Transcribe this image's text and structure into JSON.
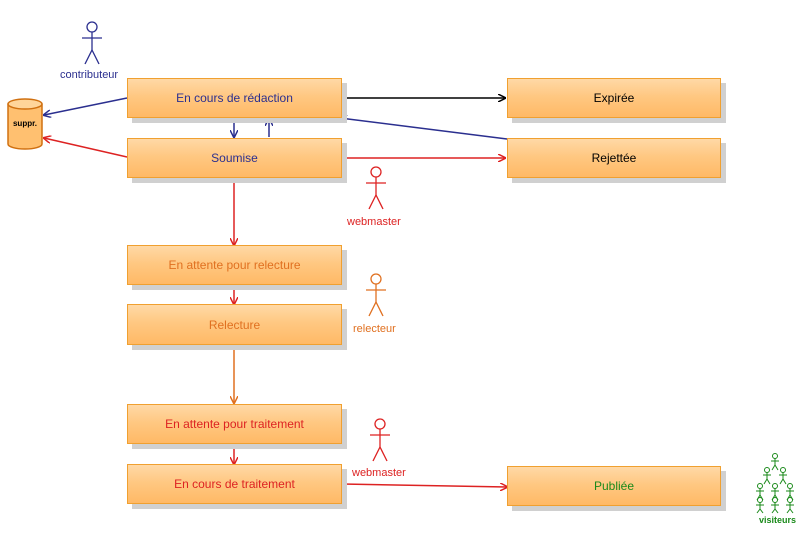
{
  "states": {
    "redaction": "En cours de rédaction",
    "soumise": "Soumise",
    "attente_relecture": "En attente pour relecture",
    "relecture": "Relecture",
    "attente_traitement": "En attente pour traitement",
    "traitement": "En cours de traitement",
    "expiree": "Expirée",
    "rejetee": "Rejettée",
    "publiee": "Publiée"
  },
  "datastore": {
    "label": "suppr."
  },
  "actors": {
    "contributeur": "contributeur",
    "webmaster_1": "webmaster",
    "relecteur": "relecteur",
    "webmaster_2": "webmaster",
    "visiteurs": "visiteurs"
  },
  "colors": {
    "blue": "#2b2f8f",
    "red": "#dd2222",
    "orange": "#e07020",
    "black": "#000000",
    "green": "#1a8a1a",
    "box_border": "#f0a030",
    "box_fill": "#ffc882"
  }
}
